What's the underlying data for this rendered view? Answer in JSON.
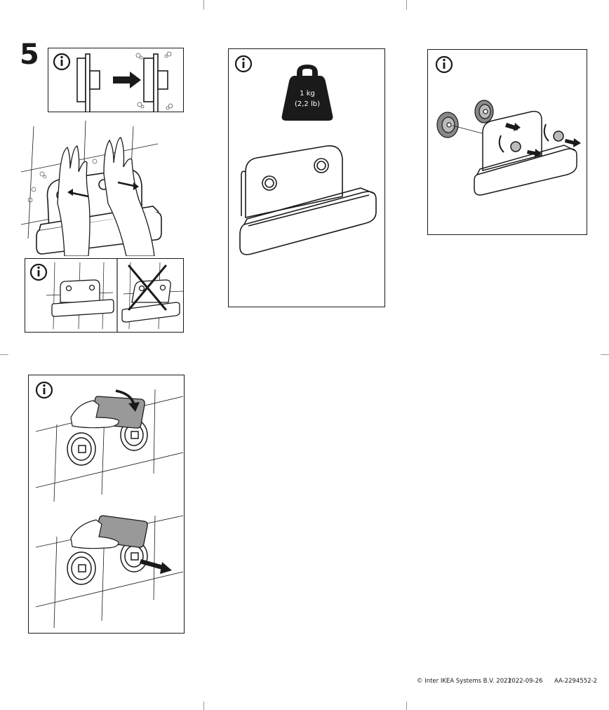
{
  "step": {
    "number": "5"
  },
  "weight": {
    "line1": "1 kg",
    "line2": "(2,2 lb)"
  },
  "footer": {
    "copyright": "© Inter IKEA Systems B.V. 2021",
    "date": "2022-09-26",
    "article": "AA-2294552-2"
  },
  "icons": {
    "info": "info-icon",
    "arrow": "arrow-right-icon",
    "cross": "cross-out-icon",
    "weight": "weight-icon"
  }
}
